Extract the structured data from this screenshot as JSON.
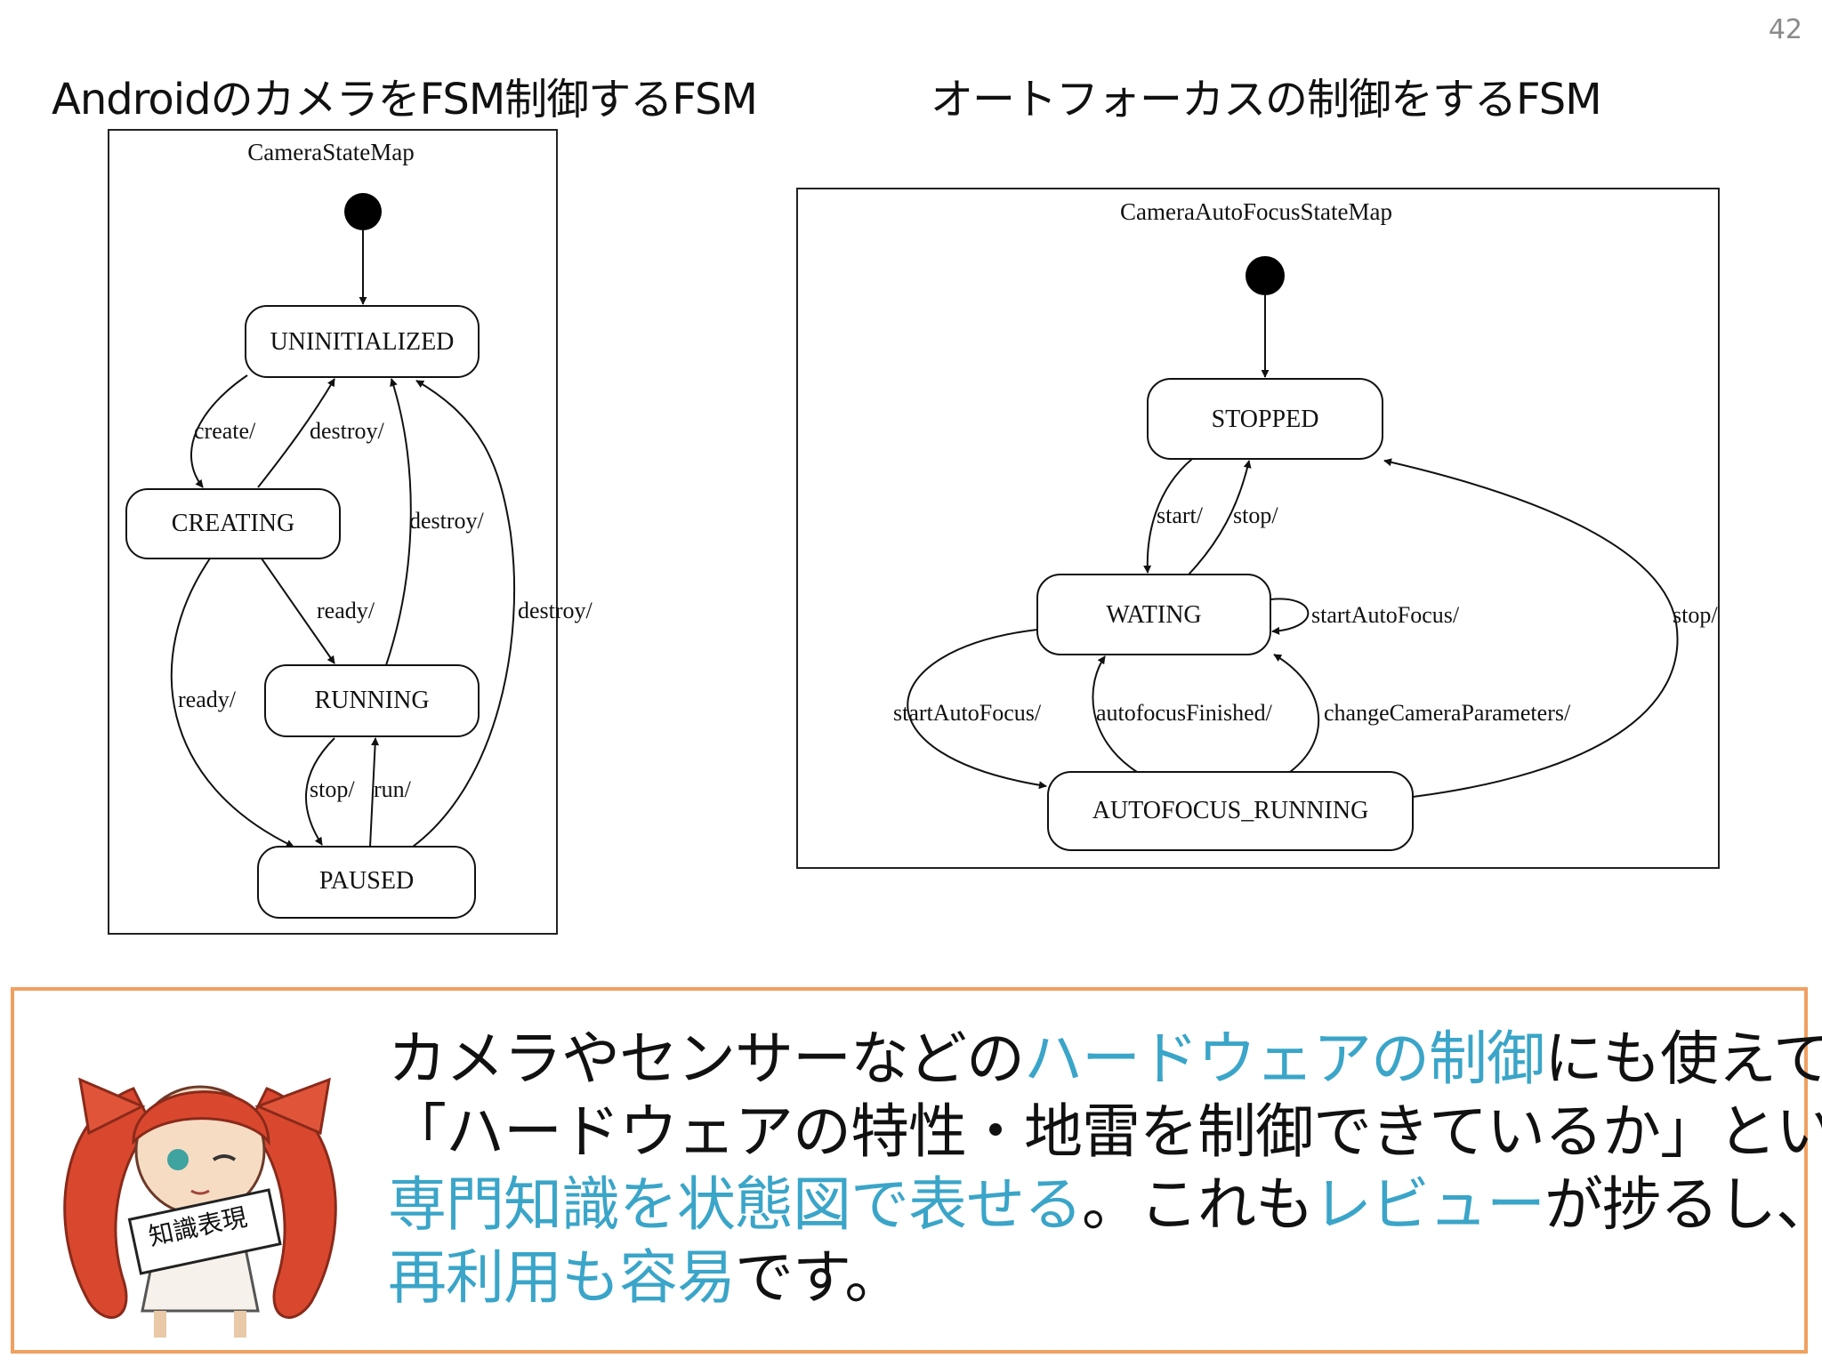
{
  "page_number": "42",
  "headings": {
    "left": "AndroidのカメラをFSM制御するFSM",
    "right": "オートフォーカスの制御をするFSM"
  },
  "diagram_left": {
    "title": "CameraStateMap",
    "states": {
      "uninitialized": "UNINITIALIZED",
      "creating": "CREATING",
      "running": "RUNNING",
      "paused": "PAUSED"
    },
    "transitions": {
      "create": "create/",
      "destroy_from_creating": "destroy/",
      "destroy_from_running": "destroy/",
      "destroy_from_paused": "destroy/",
      "ready_to_running": "ready/",
      "ready_to_paused": "ready/",
      "stop": "stop/",
      "run": "run/"
    }
  },
  "diagram_right": {
    "title": "CameraAutoFocusStateMap",
    "states": {
      "stopped": "STOPPED",
      "waiting": "WATING",
      "autofocus_running": "AUTOFOCUS_RUNNING"
    },
    "transitions": {
      "start": "start/",
      "stop_from_waiting": "stop/",
      "start_autofocus_self": "startAutoFocus/",
      "start_autofocus": "startAutoFocus/",
      "autofocus_finished": "autofocusFinished/",
      "change_camera_parameters": "changeCameraParameters/",
      "stop_from_running": "stop/"
    }
  },
  "callout": {
    "mascot_sign": "知識表現",
    "line1_a": "カメラやセンサーなどの",
    "line1_b": "ハードウェアの制御",
    "line1_c": "にも使えて",
    "line2": "「ハードウェアの特性・地雷を制御できているか」という",
    "line3_a": "専門知識を状態図で表せる",
    "line3_b": "。これも",
    "line3_c": "レビュー",
    "line3_d": "が捗るし、",
    "line4_a": "再利用も容易",
    "line4_b": "です。"
  },
  "colors": {
    "highlight": "#3aa5c8",
    "callout_border": "#f0a060",
    "mascot_hair": "#d9482e"
  }
}
